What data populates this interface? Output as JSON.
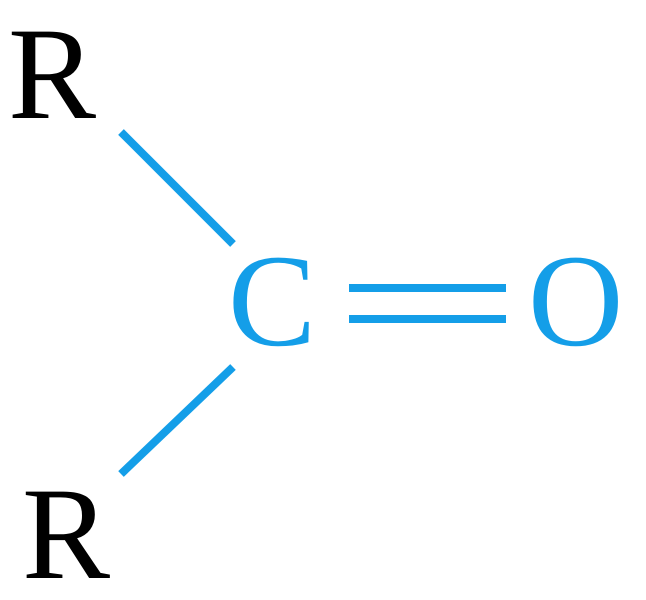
{
  "molecule": {
    "atoms": {
      "r_top": "R",
      "r_bottom": "R",
      "carbon": "C",
      "oxygen": "O"
    },
    "colors": {
      "substituent": "#000000",
      "carbonyl": "#149ee8"
    }
  }
}
